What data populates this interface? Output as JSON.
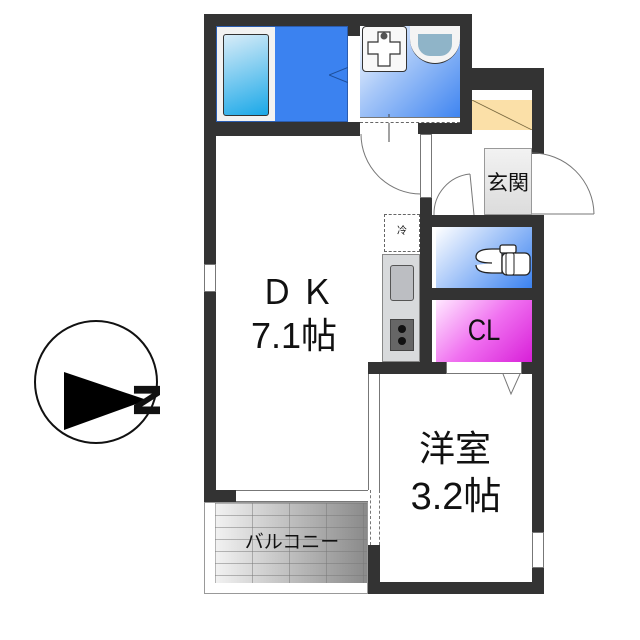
{
  "floorplan": {
    "rooms": [
      {
        "id": "dk",
        "name": "ＤＫ",
        "area": "7.1帖"
      },
      {
        "id": "western",
        "name": "洋室",
        "area": "3.2帖"
      },
      {
        "id": "entrance",
        "name": "玄関"
      },
      {
        "id": "closet",
        "name": "CL"
      },
      {
        "id": "balcony",
        "name": "バルコニー"
      },
      {
        "id": "bathroom",
        "name": ""
      },
      {
        "id": "washroom",
        "name": ""
      },
      {
        "id": "toilet",
        "name": ""
      }
    ],
    "fixtures": {
      "fridge_label": "冷"
    },
    "compass": {
      "direction_label": "N"
    },
    "colors": {
      "wall": "#333333",
      "bath_blue": "#3b82f0",
      "closet_magenta": "#e040e0",
      "shoe_storage": "#fbe0a8"
    }
  }
}
